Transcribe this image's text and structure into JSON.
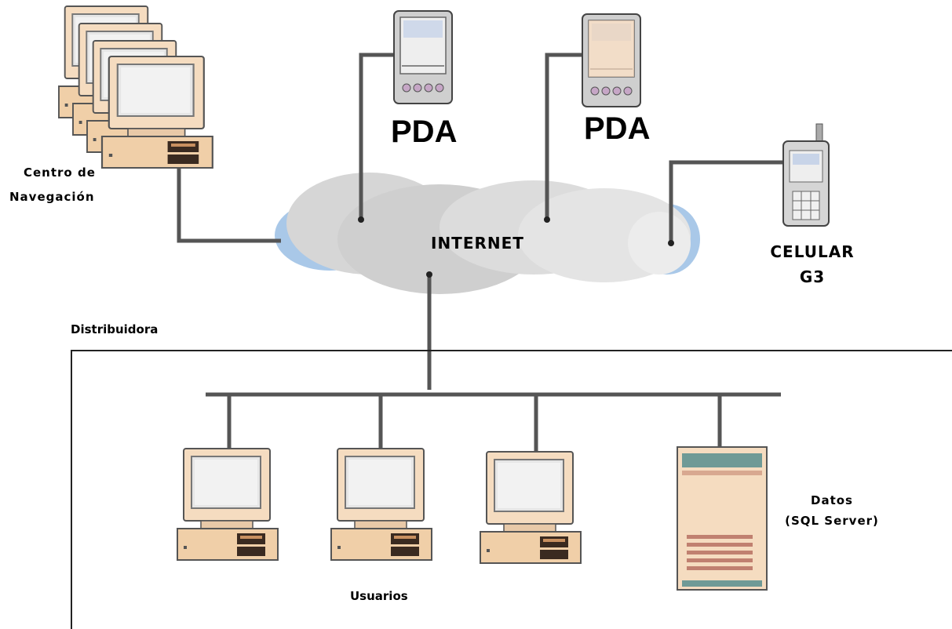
{
  "labels": {
    "navigation_center_line1": "Centro de",
    "navigation_center_line2": "Navegación",
    "pda_1": "PDA",
    "pda_2": "PDA",
    "internet": "INTERNET",
    "cellular_line1": "CELULAR",
    "cellular_line2": "G3",
    "distributor": "Distribuidora",
    "database_line1": "Datos",
    "database_line2": "(SQL Server)",
    "users": "Usuarios"
  },
  "colors": {
    "cloud_gray": "#d6d6d6",
    "cloud_blue": "#a9c8e8",
    "monitor_beige": "#f5dcc0",
    "monitor_screen": "#e6e6e6",
    "line": "#555555"
  }
}
